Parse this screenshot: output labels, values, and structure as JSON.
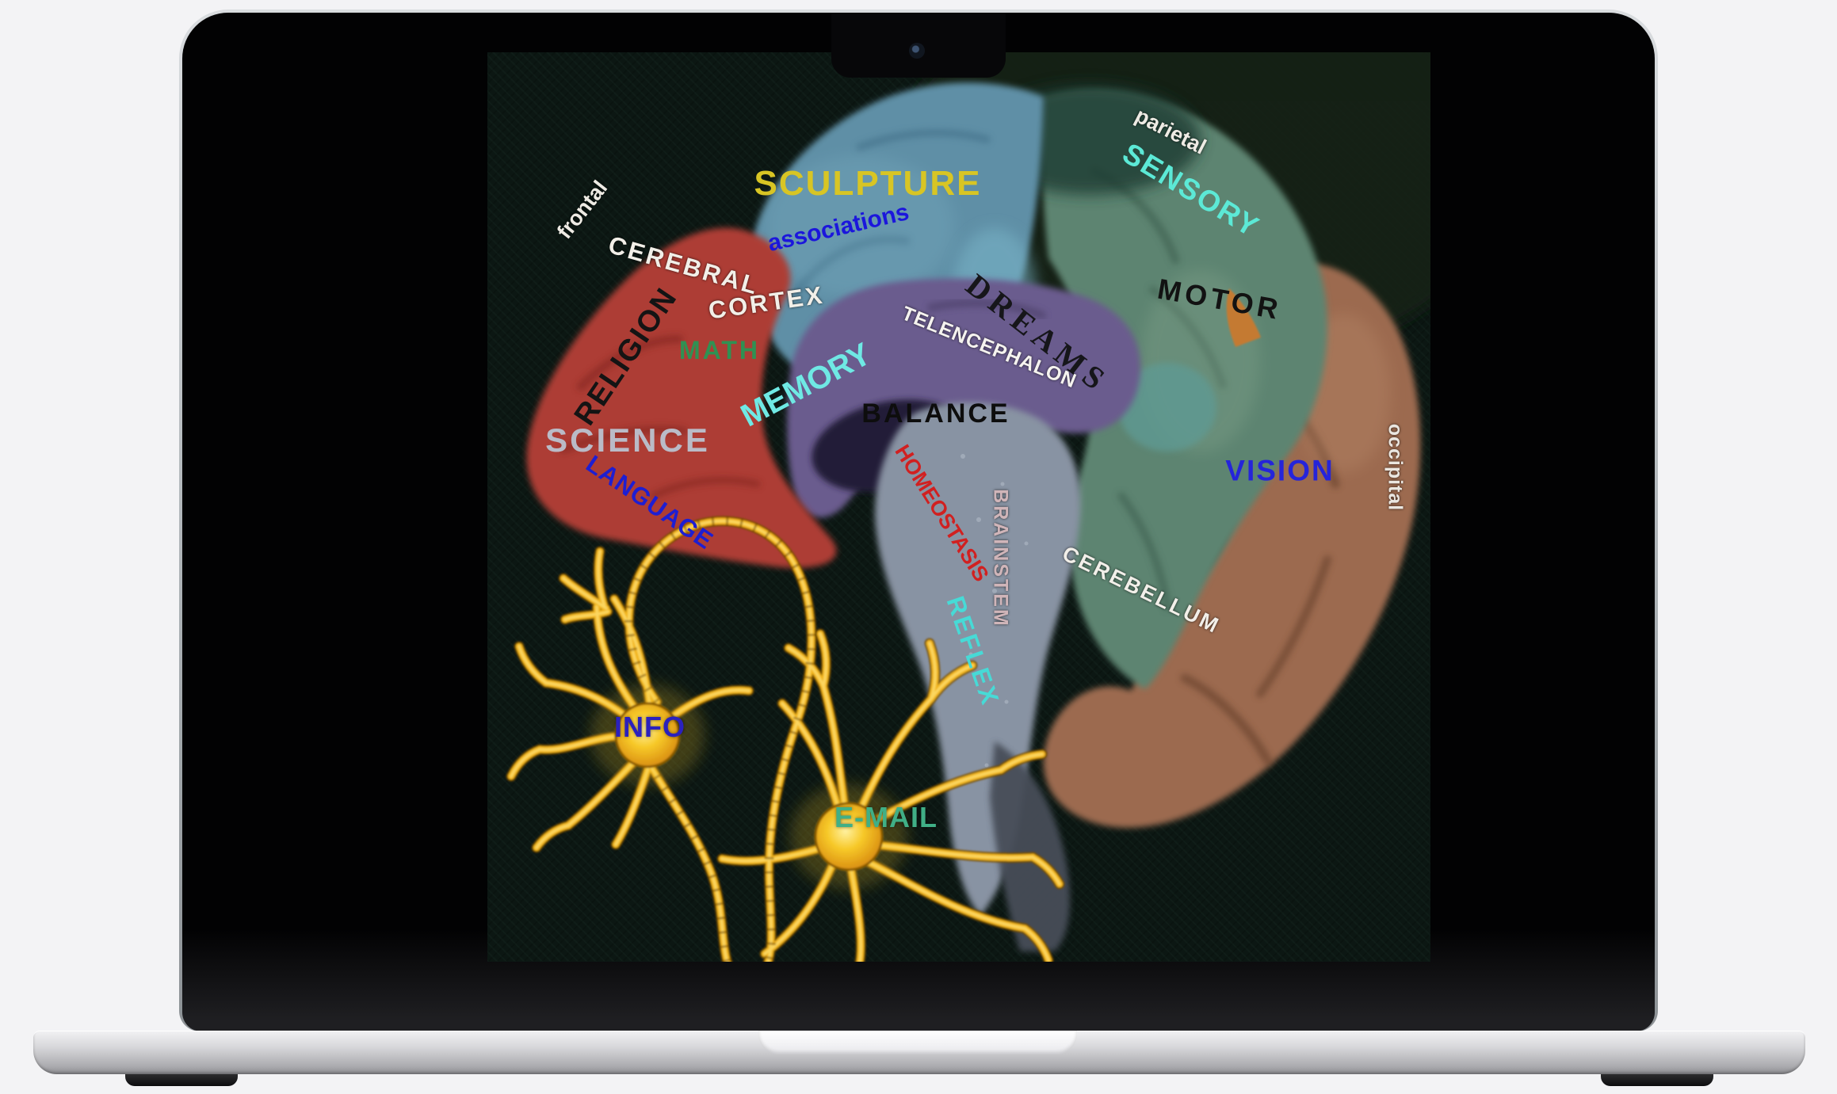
{
  "scene": {
    "page_background": "#f3f3f5",
    "device": "laptop",
    "screen_background": "#020203"
  },
  "brain_map": {
    "background": "#0c1713",
    "regions": [
      {
        "id": "frontal-lobe-red",
        "color": "#ad3d34"
      },
      {
        "id": "cortex-blue",
        "color": "#5e8fa6"
      },
      {
        "id": "sensory-motor-green",
        "color": "#5d8471"
      },
      {
        "id": "telencephalon-purple",
        "color": "#6b5b8e"
      },
      {
        "id": "cerebellum-brown",
        "color": "#9c6b50"
      },
      {
        "id": "brainstem-gray",
        "color": "#8893a3"
      },
      {
        "id": "teal-patch",
        "color": "#5f9a93"
      },
      {
        "id": "orange-patch",
        "color": "#c47a33"
      },
      {
        "id": "neuron-gold",
        "color": "#f2b51d"
      }
    ],
    "labels": [
      {
        "id": "frontal",
        "text": "frontal",
        "color": "#eeebe4"
      },
      {
        "id": "cerebral",
        "text": "CEREBRAL",
        "color": "#f2efe8"
      },
      {
        "id": "cortex",
        "text": "CORTEX",
        "color": "#f2efe8"
      },
      {
        "id": "sculpture",
        "text": "SCULPTURE",
        "color": "#d8c524"
      },
      {
        "id": "associations",
        "text": "associations",
        "color": "#1b16dc"
      },
      {
        "id": "parietal",
        "text": "parietal",
        "color": "#eeebe4"
      },
      {
        "id": "sensory",
        "text": "SENSORY",
        "color": "#5ce9d6"
      },
      {
        "id": "motor",
        "text": "MOTOR",
        "color": "#121212"
      },
      {
        "id": "dreams",
        "text": "DREAMS",
        "color": "#16161a"
      },
      {
        "id": "telencephalon",
        "text": "TELENCEPHALON",
        "color": "#f5f3ef"
      },
      {
        "id": "religion",
        "text": "RELIGION",
        "color": "#141414"
      },
      {
        "id": "math",
        "text": "MATH",
        "color": "#2f9153"
      },
      {
        "id": "memory",
        "text": "MEMORY",
        "color": "#6fe9e4"
      },
      {
        "id": "science",
        "text": "SCIENCE",
        "color": "#babbc7"
      },
      {
        "id": "balance",
        "text": "BALANCE",
        "color": "#0d0d0d"
      },
      {
        "id": "language",
        "text": "LANGUAGE",
        "color": "#1e1ed2"
      },
      {
        "id": "homeostasis",
        "text": "HOMEOSTASIS",
        "color": "#d12020"
      },
      {
        "id": "brainstem",
        "text": "BRAINSTEM",
        "color": "#d0b5b9"
      },
      {
        "id": "reflex",
        "text": "REFLEX",
        "color": "#47dad6"
      },
      {
        "id": "cerebellum",
        "text": "CEREBELLUM",
        "color": "#f2efe9"
      },
      {
        "id": "vision",
        "text": "VISION",
        "color": "#2524da"
      },
      {
        "id": "occipital",
        "text": "occipital",
        "color": "#eae6e0"
      },
      {
        "id": "info",
        "text": "INFO",
        "color": "#2b21bd"
      },
      {
        "id": "email",
        "text": "E-MAIL",
        "color": "#40af86"
      }
    ]
  }
}
